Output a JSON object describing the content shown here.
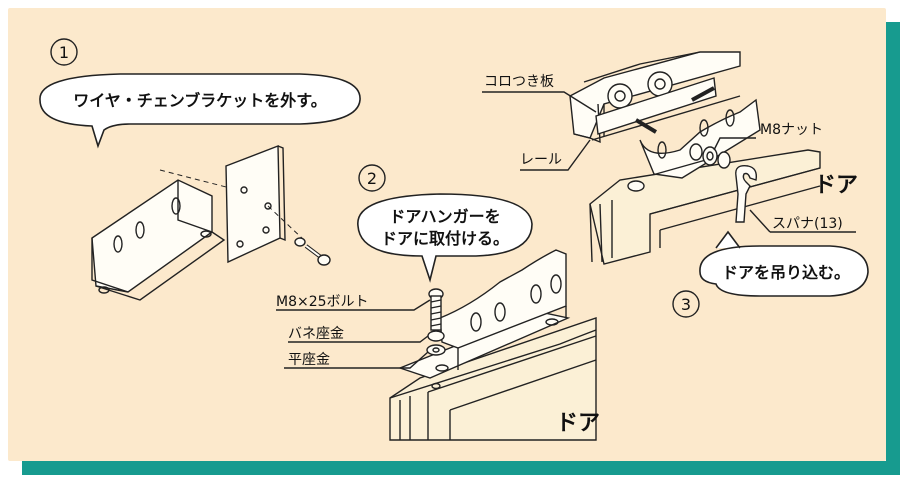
{
  "colors": {
    "panel": "#fce9cc",
    "shadow": "#179b8f",
    "line": "#222222"
  },
  "steps": [
    {
      "number": "1",
      "bubble": "ワイヤ・チェンブラケットを外す。"
    },
    {
      "number": "2",
      "bubble_line1": "ドアハンガーを",
      "bubble_line2": "ドアに取付ける。"
    },
    {
      "number": "3",
      "bubble": "ドアを吊り込む。"
    }
  ],
  "labels": {
    "bolt": "M8×25ボルト",
    "spring_washer": "バネ座金",
    "flat_washer": "平座金",
    "door_center": "ドア",
    "roller_plate": "コロつき板",
    "rail": "レール",
    "nut": "M8ナット",
    "door_right": "ドア",
    "spanner": "スパナ(13)"
  },
  "icons": [
    "wrench-icon",
    "bolt-icon"
  ]
}
